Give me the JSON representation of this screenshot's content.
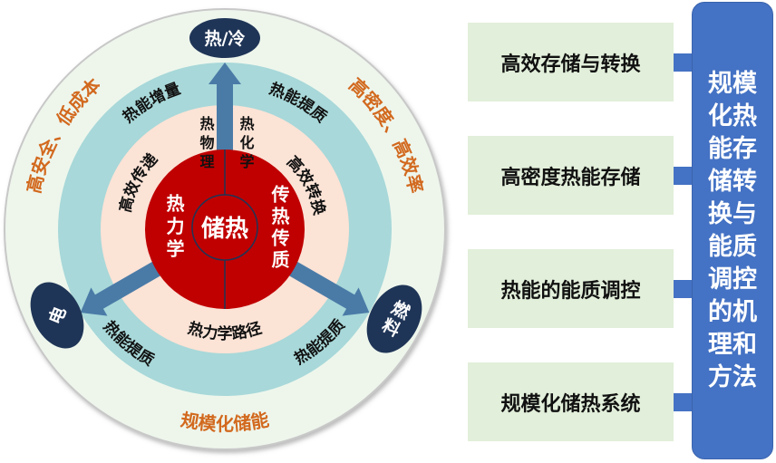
{
  "diagram": {
    "center": "储热",
    "red_left": "热力学",
    "red_right": "传热传质",
    "top_left_vertical": "热物理",
    "top_right_vertical": "热化学",
    "peach_left": "高效传递",
    "peach_right": "高效转换",
    "peach_bottom": "热力学路径",
    "teal_top_left": "热能增量",
    "teal_top_right": "热能提质",
    "teal_bottom_left": "热能提质",
    "teal_bottom_right": "热能提质",
    "outer_left": "高安全、低成本",
    "outer_right": "高密度、高效率",
    "outer_bottom": "规模化储能",
    "node_top": "热/冷",
    "node_left": "电",
    "node_right": "燃料"
  },
  "boxes": [
    "高效存储与转换",
    "高密度热能存储",
    "热能的能质调控",
    "规模化储热系统"
  ],
  "side_title": "规模化热能存储转换与能质调控的机理和方法",
  "colors": {
    "outer": "#eef6ec",
    "teal": "#a8d8d9",
    "peach": "#fbe3d6",
    "red": "#c00000",
    "navy": "#1f3557",
    "arrow": "#4a7ba7",
    "orange": "#d2691e",
    "box": "#e2efda",
    "side": "#4472c4"
  }
}
